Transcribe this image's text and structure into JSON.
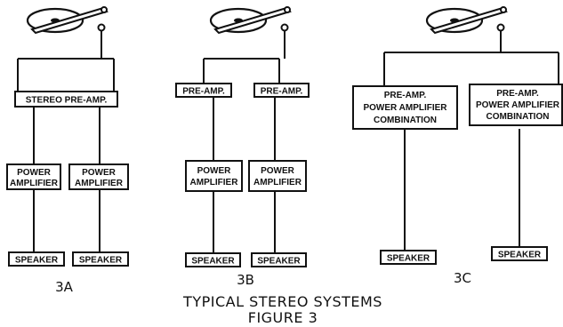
{
  "systems": {
    "a": {
      "label": "3A",
      "preamp": "STEREO PRE-AMP.",
      "amp_left": [
        "POWER",
        "AMPLIFIER"
      ],
      "amp_right": [
        "POWER",
        "AMPLIFIER"
      ],
      "speaker_left": "SPEAKER",
      "speaker_right": "SPEAKER"
    },
    "b": {
      "label": "3B",
      "preamp_left": "PRE-AMP.",
      "preamp_right": "PRE-AMP.",
      "amp_left": [
        "POWER",
        "AMPLIFIER"
      ],
      "amp_right": [
        "POWER",
        "AMPLIFIER"
      ],
      "speaker_left": "SPEAKER",
      "speaker_right": "SPEAKER"
    },
    "c": {
      "label": "3C",
      "combo_left": [
        "PRE-AMP.",
        "POWER AMPLIFIER",
        "COMBINATION"
      ],
      "combo_right": [
        "PRE-AMP.",
        "POWER AMPLIFIER",
        "COMBINATION"
      ],
      "speaker_left": "SPEAKER",
      "speaker_right": "SPEAKER"
    }
  },
  "caption": {
    "title": "TYPICAL STEREO SYSTEMS",
    "figure": "FIGURE 3"
  }
}
